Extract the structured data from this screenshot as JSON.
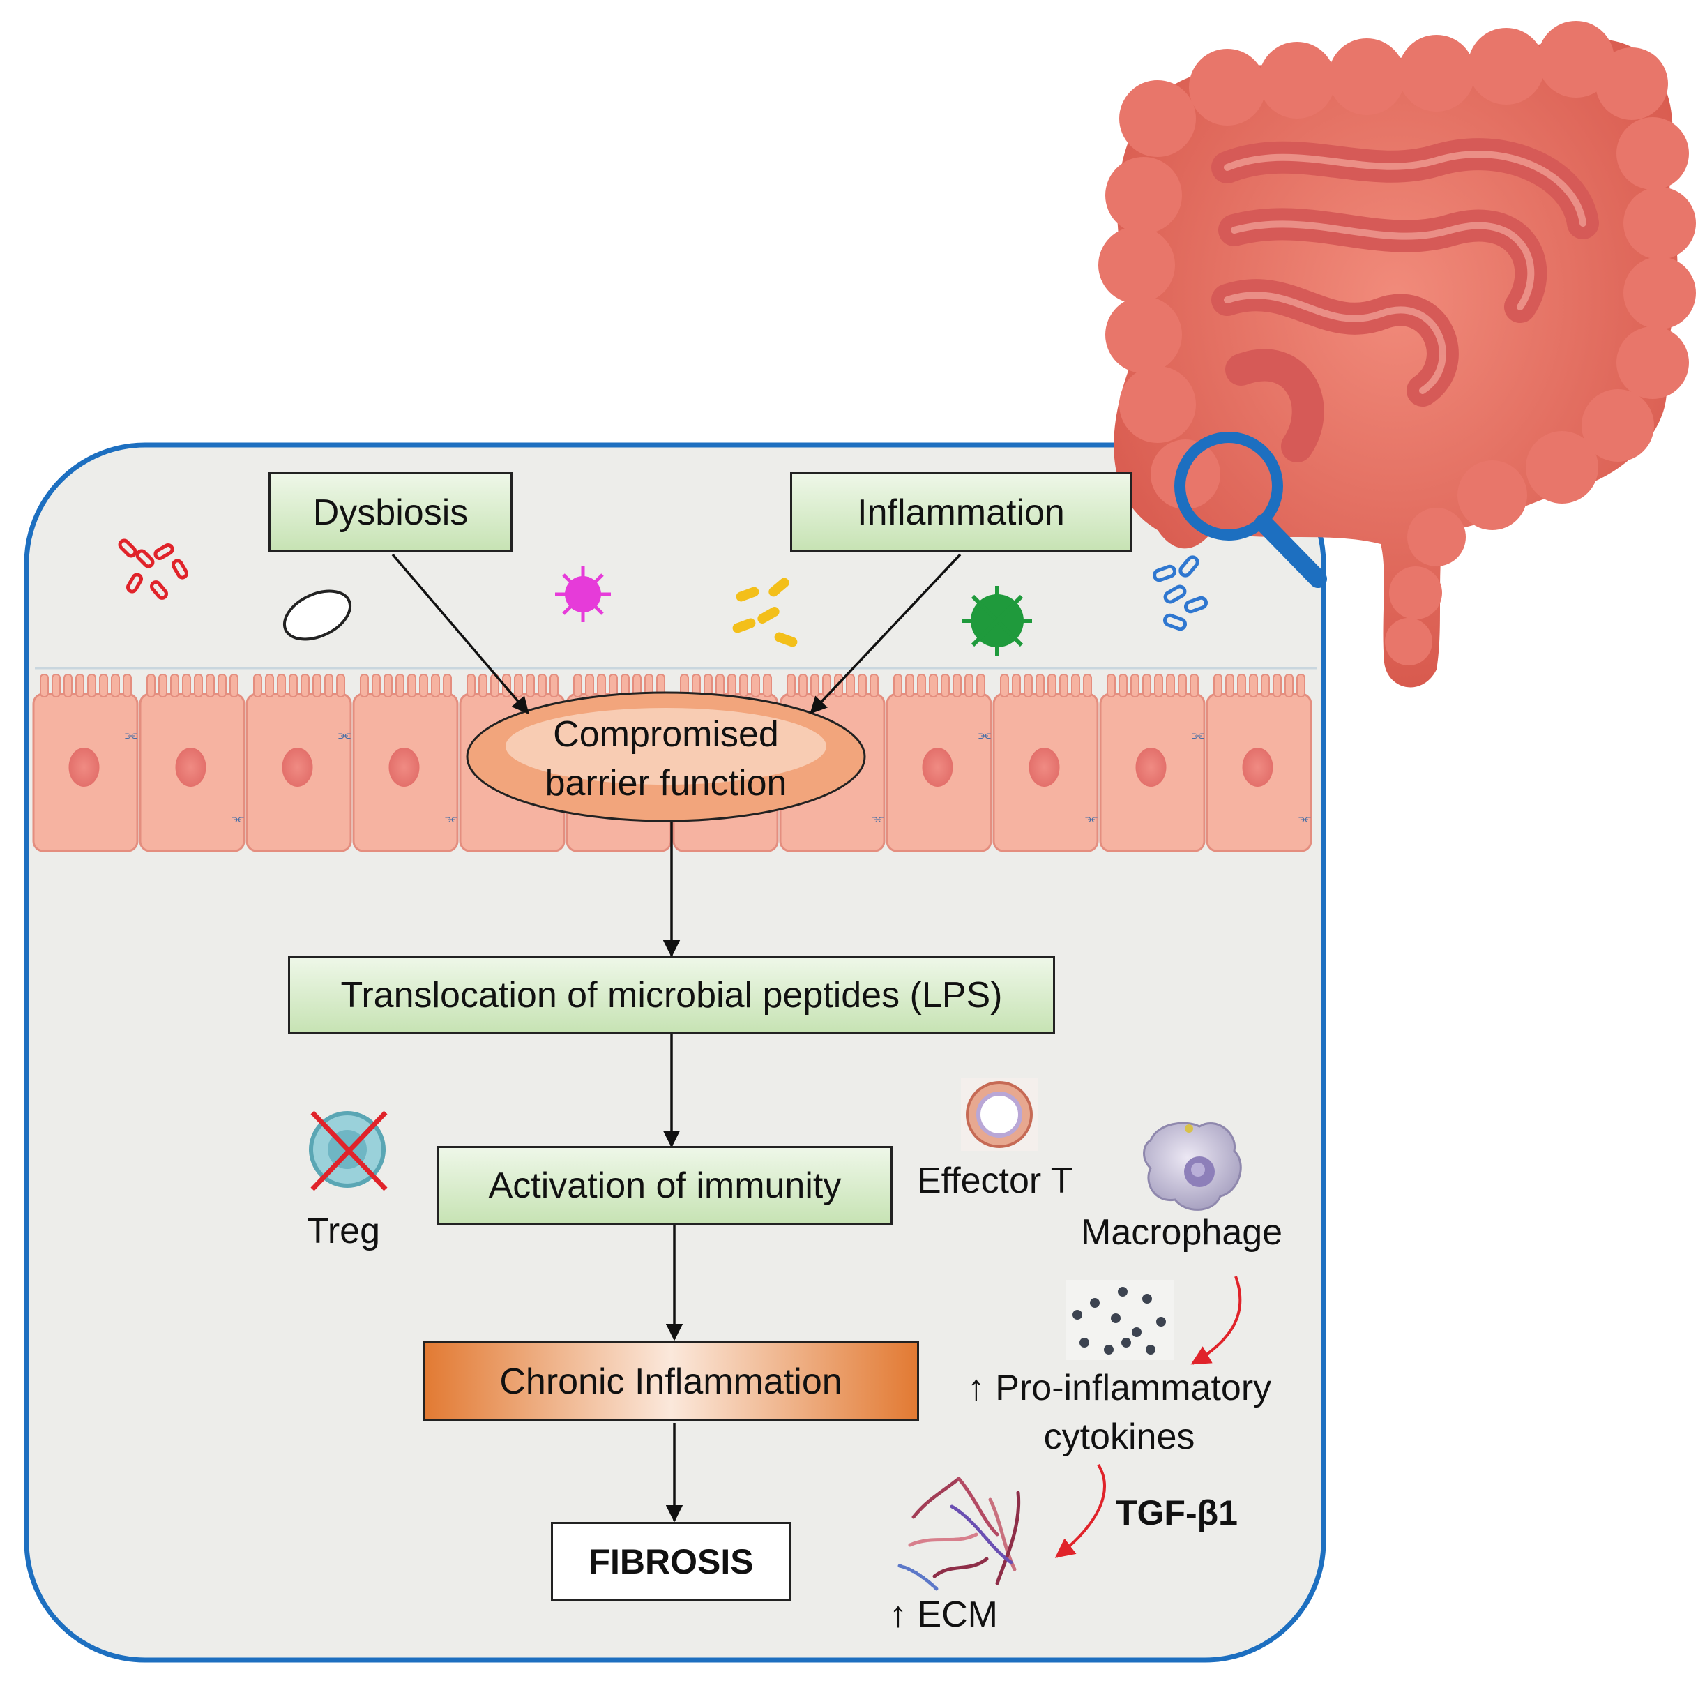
{
  "nodes": {
    "dysbiosis": "Dysbiosis",
    "inflammation": "Inflammation",
    "barrier": {
      "line1": "Compromised",
      "line2": "barrier function"
    },
    "translocation": "Translocation of microbial peptides (LPS)",
    "activation": "Activation of immunity",
    "chronic": "Chronic Inflammation",
    "fibrosis": "FIBROSIS"
  },
  "cells": {
    "treg": "Treg",
    "effector_t": "Effector T",
    "macrophage": "Macrophage"
  },
  "mediators": {
    "cytokines_line1": "↑ Pro-inflammatory",
    "cytokines_line2": "cytokines",
    "tgf": "TGF-β1",
    "ecm": "↑ ECM"
  },
  "colors": {
    "frame": "#1d6fc0",
    "panel": "#ededea",
    "epithelium": "#f6b3a1",
    "node_green": "#c7e3b4",
    "node_orange": "#e27a33",
    "red_arrow": "#e0232a"
  },
  "icons": [
    "intestine-icon",
    "magnifier-icon",
    "bacteria-cluster-icon",
    "virus-icon",
    "treg-cell-icon",
    "effector-t-cell-icon",
    "macrophage-icon",
    "cytokine-dots-icon",
    "ecm-fibers-icon"
  ]
}
